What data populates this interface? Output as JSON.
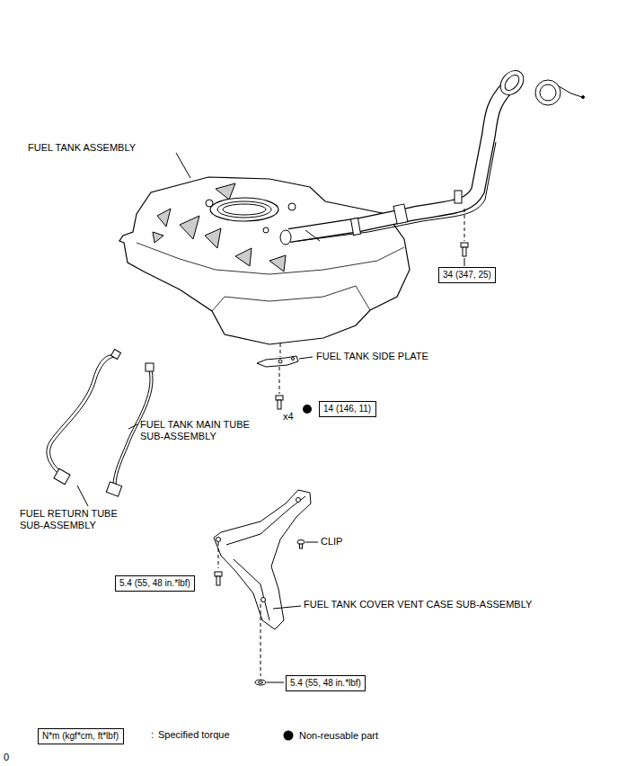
{
  "diagram": {
    "nodes": [
      {
        "text": [
          "34 (347, 25)"
        ]
      },
      {
        "text": [
          "14 (146, 11)"
        ]
      },
      {
        "text": [
          "5.4 (55, 48 in.*lbf)"
        ]
      },
      {
        "text": [
          "5.4 (55, 48 in.*lbf)"
        ]
      },
      {
        "text": [
          "N*m (kgf*cm, ft*lbf)"
        ]
      }
    ],
    "labels": [
      "FUEL TANK ASSEMBLY",
      "FUEL TANK SIDE PLATE",
      "x4",
      "FUEL TANK MAIN TUBE SUB-ASSEMBLY",
      "FUEL RETURN TUBE SUB-ASSEMBLY",
      "CLIP",
      "FUEL TANK COVER VENT CASE SUB-ASSEMBLY",
      ":",
      "0"
    ],
    "legend": [
      {
        "text": "Specified torque"
      },
      {
        "text": "Non-reusable part"
      }
    ]
  }
}
